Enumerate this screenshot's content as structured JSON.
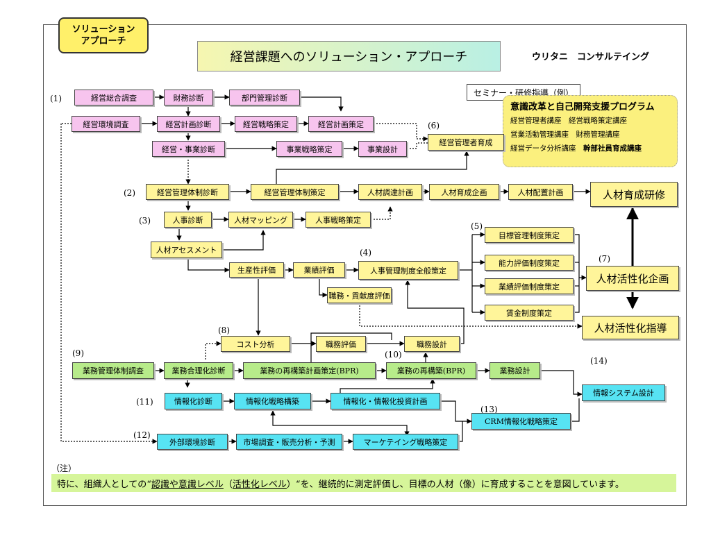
{
  "badge": "ソリューション\nアプローチ",
  "title": "経営課題へのソリューション・アプローチ",
  "company": "ウリタニ　コンサルテイング",
  "seminar": {
    "label": "セミナー・研修指導（例）",
    "heading": "意識改革と自己開発支援プログラム",
    "line1": "経営管理者講座　経営戦略策定講座",
    "line2": "営業活動管理講座　財務管理講座",
    "line3a": "経営データ分析講座",
    "line3b": "幹部社員育成講座"
  },
  "numbers": {
    "n1": "(1)",
    "n2": "(2)",
    "n3": "(3)",
    "n4": "(4)",
    "n5": "(5)",
    "n6": "(6)",
    "n7": "(7)",
    "n8": "(8)",
    "n9": "(9)",
    "n10": "(10)",
    "n11": "(11)",
    "n12": "(12)",
    "n13": "(13)",
    "n14": "(14)"
  },
  "boxes": {
    "keiei_sogo": "経営総合調査",
    "zaimu": "財務診断",
    "bumon": "部門管理診断",
    "kankyo": "経営環境調査",
    "keikaku_shindan": "経営計画診断",
    "senryaku_sakutei": "経営戦略策定",
    "keikaku_sakutei": "経営計画策定",
    "jigyo_shindan": "経営・事業診断",
    "jigyo_senryaku": "事業戦略策定",
    "jigyo_sekkei": "事業設計",
    "ikusei6": "経営管理者育成",
    "taisei_shindan": "経営管理体制診断",
    "taisei_sakutei": "経営管理体制策定",
    "chotatsu": "人材調達計画",
    "ikusei_kikaku": "人材育成企画",
    "haichi": "人材配置計画",
    "kenshu": "人材育成研修",
    "jinji_shindan": "人事診断",
    "mapping": "人材マッピング",
    "jinji_senryaku": "人事戦略策定",
    "mokuhyo": "目標管理制度策定",
    "assessment": "人材アセスメント",
    "noryoku": "能力評価制度策定",
    "seisansei": "生産性評価",
    "gyoseki": "業績評価",
    "jinji_seido": "人事管理制度全般策定",
    "kasseika_kikaku": "人材活性化企画",
    "gyoseki_seido": "業績評価制度策定",
    "koken": "職務・貢献度評価",
    "chingin": "賃金制度策定",
    "kasseika_shido": "人材活性化指導",
    "cost": "コスト分析",
    "shokumu_hyoka": "職務評価",
    "shokumu_sekkei": "職務設計",
    "gyomu_chosa": "業務管理体制調査",
    "gorika": "業務合理化診断",
    "bpr_keikaku": "業務の再構築計画策定(BPR)",
    "bpr": "業務の再構築(BPR)",
    "gyomu_sekkei": "業務設計",
    "joho_shindan": "情報化診断",
    "joho_senryaku": "情報化戦略構築",
    "toshi": "情報化・情報化投資計画",
    "system": "情報システム設計",
    "crm": "CRM情報化戦略策定",
    "gaibu": "外部環境診断",
    "shijo": "市場調査・販売分析・予測",
    "marketing": "マーケテイング戦略策定"
  },
  "note": {
    "label": "（注）",
    "pre": "特に、組織人としての“",
    "u1": "認識や意識レベル",
    "mid": "（",
    "u2": "活性化レベル",
    "post": "）“を、継続的に測定評価し、目標の人材（像）に育成することを意図しています。"
  }
}
